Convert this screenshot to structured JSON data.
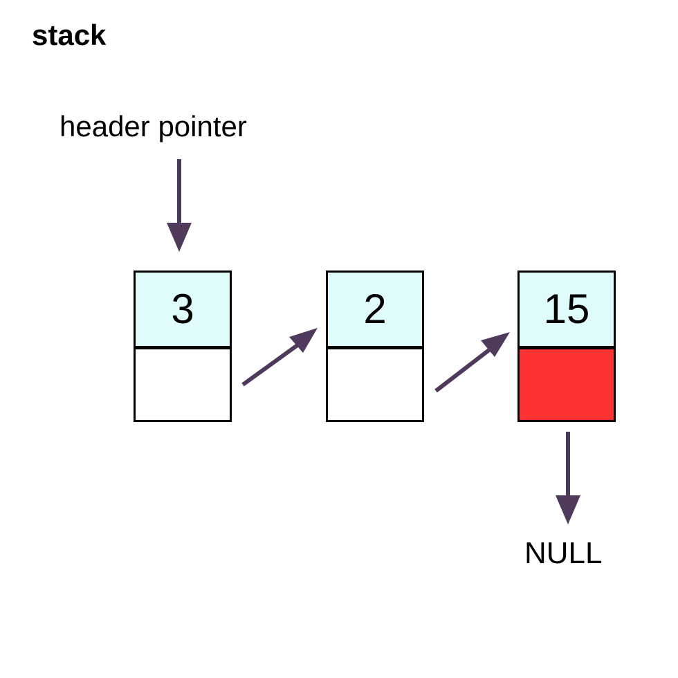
{
  "title": "stack",
  "pointer_label": "header pointer",
  "null_label": "NULL",
  "nodes": [
    {
      "value": "3"
    },
    {
      "value": "2"
    },
    {
      "value": "15"
    }
  ],
  "colors": {
    "data_cell": "#dffcfb",
    "null_cell": "#ff3131",
    "arrow": "#4f3a5c"
  }
}
